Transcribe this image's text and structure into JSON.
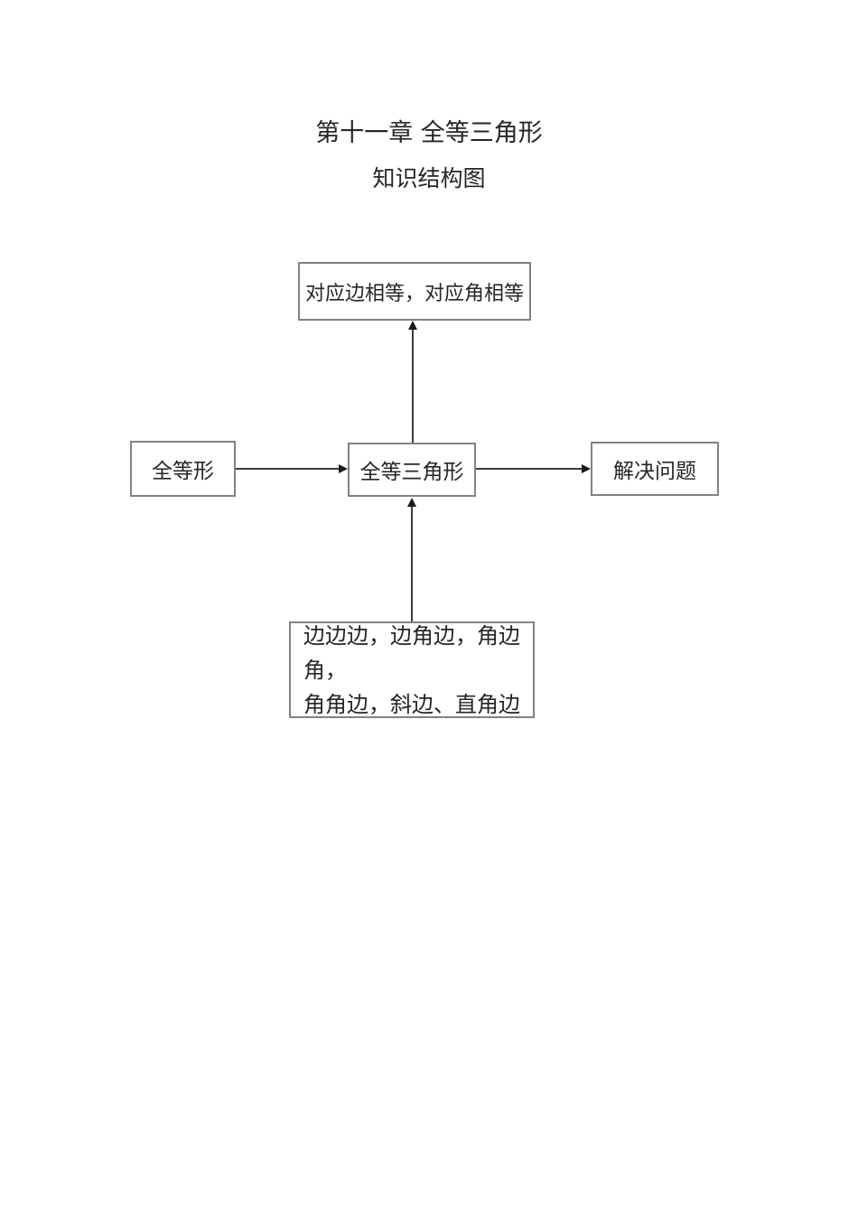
{
  "document": {
    "title": "第十一章 全等三角形",
    "subtitle": "知识结构图"
  },
  "diagram": {
    "type": "flowchart",
    "nodes": {
      "property": {
        "label": "对应边相等，对应角相等"
      },
      "congruent_figures": {
        "label": "全等形"
      },
      "congruent_triangles": {
        "label": "全等三角形"
      },
      "solve_problems": {
        "label": "解决问题"
      },
      "criteria": {
        "lines": [
          "边边边，边角边，角边角，",
          "角角边，斜边、直角边"
        ]
      }
    },
    "edges": [
      {
        "from": "congruent_triangles",
        "to": "property",
        "direction": "up"
      },
      {
        "from": "congruent_figures",
        "to": "congruent_triangles",
        "direction": "right"
      },
      {
        "from": "congruent_triangles",
        "to": "solve_problems",
        "direction": "right"
      },
      {
        "from": "criteria",
        "to": "congruent_triangles",
        "direction": "up"
      }
    ],
    "colors": {
      "box_border": "#828282",
      "line": "#3c3c3c",
      "arrow": "#1a1a1a",
      "text": "#262626",
      "page_background": "#ffffff"
    }
  }
}
